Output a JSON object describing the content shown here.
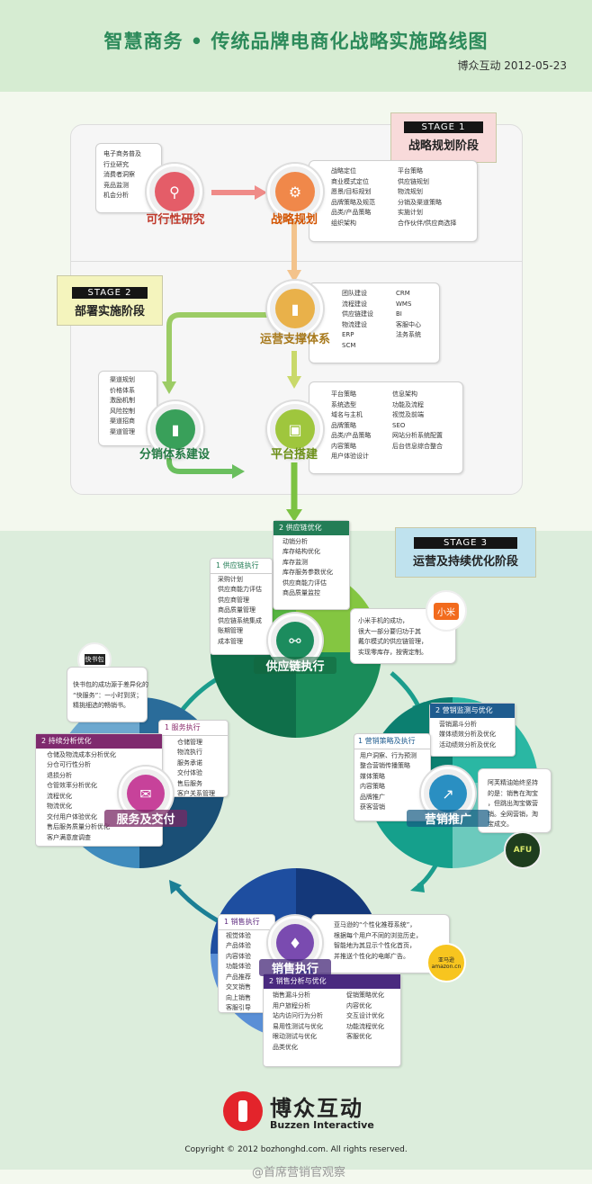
{
  "header": {
    "title": "智慧商务 • 传统品牌电商化战略实施路线图",
    "subtitle": "博众互动 2012-05-23"
  },
  "stages": {
    "s1": {
      "label": "STAGE 1",
      "name": "战略规划阶段"
    },
    "s2": {
      "label": "STAGE 2",
      "name": "部署实施阶段"
    },
    "s3": {
      "label": "STAGE 3",
      "name": "运营及持续优化阶段"
    }
  },
  "nodes": {
    "feasibility": "可行性研究",
    "strategy": "战略规划",
    "ops_support": "运营支撑体系",
    "distribution": "分销体系建设",
    "platform": "平台搭建",
    "supply_exec": "供应链执行",
    "service": "服务及交付",
    "marketing": "营销推广",
    "sales": "销售执行"
  },
  "boxes": {
    "feasibility": [
      "电子商务普及",
      "行业研究",
      "消费者洞察",
      "竞品监测",
      "机会分析"
    ],
    "strategy_l": [
      "战略定位",
      "商业模式定位",
      "愿景/目标规划",
      "品牌策略及规范",
      "品类/产品策略",
      "组织架构"
    ],
    "strategy_r": [
      "平台策略",
      "供应链规划",
      "物流规划",
      "分销及渠道策略",
      "实施计划",
      "合作伙伴/供应商选择"
    ],
    "ops_l": [
      "团队建设",
      "流程建设",
      "供应链建设",
      "物流建设",
      "ERP",
      "SCM"
    ],
    "ops_r": [
      "CRM",
      "WMS",
      "BI",
      "客服中心",
      "法务系统"
    ],
    "dist": [
      "渠道规划",
      "价格体系",
      "激励机制",
      "风险控制",
      "渠道招商",
      "渠道管理"
    ],
    "plat_l": [
      "平台策略",
      "系统选型",
      "域名与主机",
      "品牌策略",
      "品类/产品策略",
      "内容策略",
      "用户体验设计"
    ],
    "plat_r": [
      "信息架构",
      "功能及流程",
      "视觉及前端",
      "SEO",
      "网站分析系统配置",
      "后台信息综合整合"
    ]
  },
  "s3": {
    "supply_opt": {
      "title": "2 供应链优化",
      "items": [
        "动销分析",
        "库存结构优化",
        "库存监测",
        "库存服务参数优化",
        "供应商能力评估",
        "商品质量监控"
      ]
    },
    "supply_exec": {
      "title": "1 供应链执行",
      "items": [
        "采购计划",
        "供应商能力评估",
        "供应商管理",
        "商品质量管理",
        "供应链系统集成",
        "账期管理",
        "成本管理"
      ]
    },
    "xiaomi": {
      "logo": "小米",
      "text": [
        "小米手机的成功，",
        "很大一部分要归功于其",
        "戴尔模式的供应链管理，",
        "实现零库存，按需定制。"
      ]
    },
    "kuaishubao": {
      "logo": "快书包",
      "text": [
        "快书包的成功源于差异化的",
        "“快服务”：一小时到货；",
        "精挑细选的畅销书。"
      ]
    },
    "service_exec": {
      "title": "1 服务执行",
      "items": [
        "仓储管理",
        "物流执行",
        "服务承诺",
        "交付体验",
        "售后服务",
        "客户关系管理"
      ]
    },
    "service_opt": {
      "title": "2 持续分析优化",
      "items": [
        "仓储及物流成本分析优化",
        "分仓可行性分析",
        "退损分析",
        "仓管效率分析优化",
        "流程优化",
        "物流优化",
        "交付用户体验优化",
        "售后服务质量分析优化",
        "客户满意度调查"
      ]
    },
    "mkt_monitor": {
      "title": "2 营销监测与优化",
      "items": [
        "营销漏斗分析",
        "媒体绩效分析及优化",
        "活动绩效分析及优化"
      ]
    },
    "mkt_exec": {
      "title": "1 营销策略及执行",
      "items": [
        "用户洞察、行为预测",
        "整合营销传播策略",
        "媒体策略",
        "内容策略",
        "品牌推广",
        "获客营销"
      ]
    },
    "afu": {
      "logo": "AFU",
      "text": [
        "阿芙精油始终坚持",
        "的是：销售在淘宝",
        "，但跳出淘宝做营",
        "销。全网营销，淘",
        "宝成交。"
      ]
    },
    "sales_exec": {
      "title": "1 销售执行",
      "items": [
        "视觉体验",
        "产品体验",
        "内容体验",
        "功能体验",
        "产品推荐",
        "交叉销售",
        "向上销售",
        "客服引导"
      ]
    },
    "amazon": {
      "logo": "亚马逊 amazon.cn",
      "text": [
        "亚马逊的“个性化推荐系统”，",
        "根据每个用户不同的浏览历史，",
        "智能地为其显示个性化首页，",
        "并推送个性化的电邮广告。"
      ]
    },
    "sales_opt": {
      "title": "2 销售分析与优化",
      "col1": [
        "销售漏斗分析",
        "用户旅程分析",
        "站内访问行为分析",
        "易用性测试与优化",
        "眼动测试与优化",
        "品类优化"
      ],
      "col2": [
        "促销策略优化",
        "内容优化",
        "交互设计优化",
        "功能流程优化",
        "客服优化"
      ]
    }
  },
  "footer": {
    "brand_cn": "博众互动",
    "brand_en": "Buzzen Interactive",
    "copyright": "Copyright © 2012 bozhonghd.com. All rights reserved.",
    "watermark": "@首席营销官观察"
  }
}
